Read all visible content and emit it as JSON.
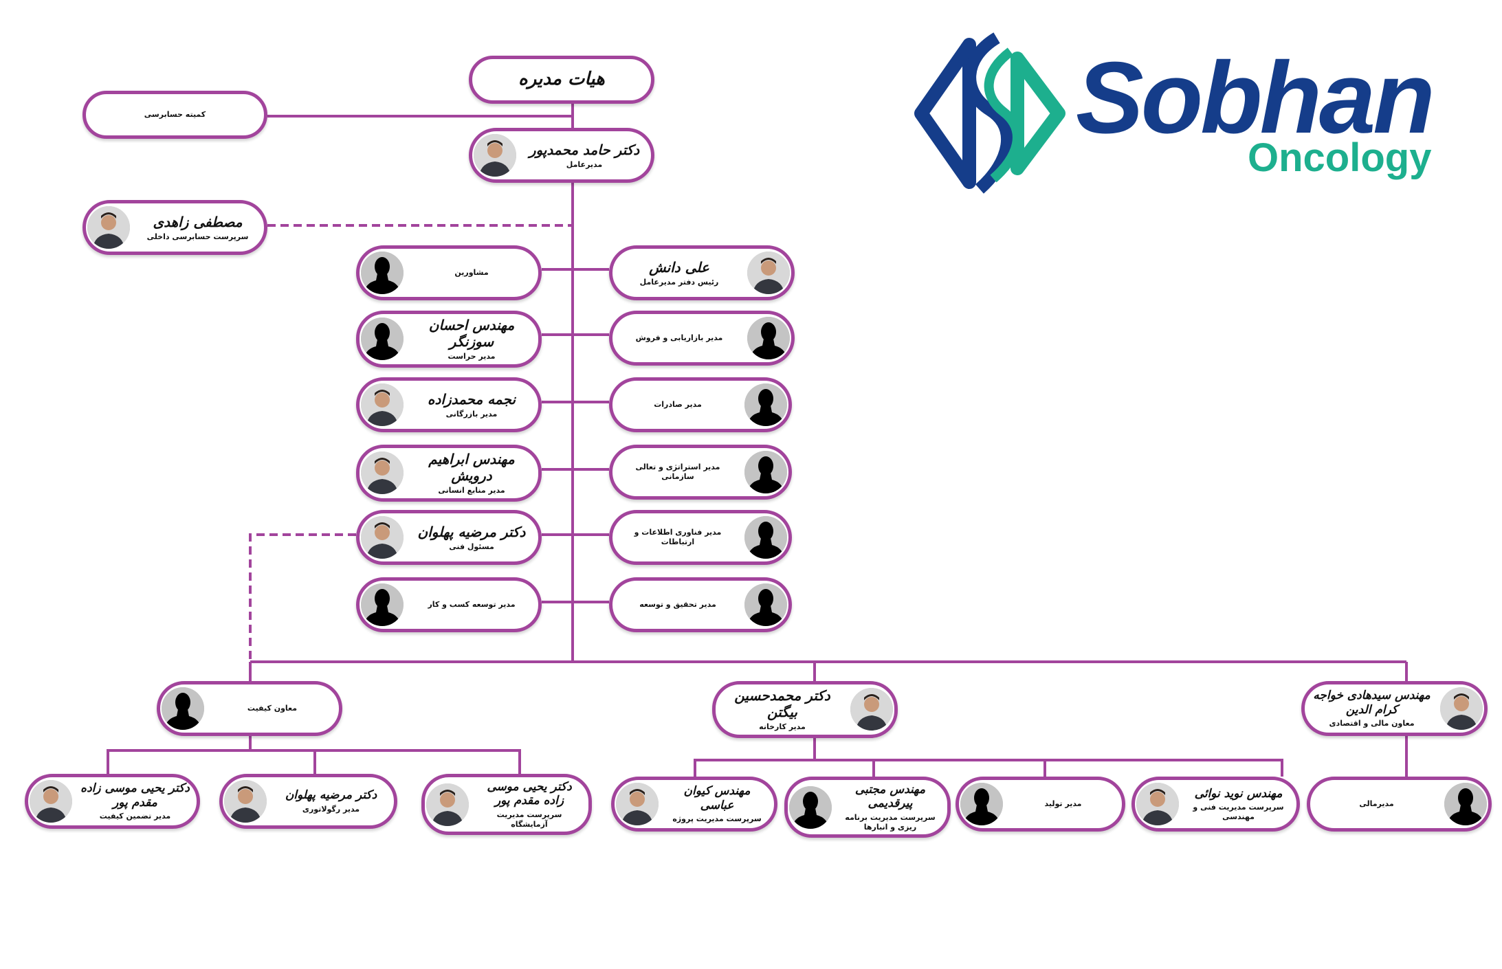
{
  "logo": {
    "brand": "Sobhan",
    "sub": "Oncology",
    "navy": "#153d8a",
    "teal": "#1daf8e"
  },
  "line_color": "#a2449c",
  "nodes": {
    "board": {
      "name": "هیات مدیره",
      "title": "",
      "photo": "none"
    },
    "audit_committee": {
      "name": "",
      "title": "کمیته حسابرسی",
      "photo": "none"
    },
    "ceo": {
      "name": "دکتر حامد محمدپور",
      "title": "مدیرعامل",
      "photo": "person"
    },
    "internal_audit": {
      "name": "مصطفی زاهدی",
      "title": "سرپرست حسابرسی داخلی",
      "photo": "person"
    },
    "advisors": {
      "name": "",
      "title": "مشاورین",
      "photo": "placeholder"
    },
    "ceo_office": {
      "name": "علی دانش",
      "title": "رئیس دفتر مدیرعامل",
      "photo": "person"
    },
    "security": {
      "name": "مهندس احسان سوزنگر",
      "title": "مدیر حراست",
      "photo": "placeholder"
    },
    "marketing": {
      "name": "",
      "title": "مدیر بازاریابی و فروش",
      "photo": "placeholder"
    },
    "commerce": {
      "name": "نجمه محمدزاده",
      "title": "مدیر بازرگانی",
      "photo": "person"
    },
    "export": {
      "name": "",
      "title": "مدیر صادرات",
      "photo": "placeholder"
    },
    "hr": {
      "name": "مهندس ابراهیم درویش",
      "title": "مدیر منابع انسانی",
      "photo": "person"
    },
    "strategy": {
      "name": "",
      "title": "مدیر استراتژی و تعالی سازمانی",
      "photo": "placeholder"
    },
    "technical": {
      "name": "دکتر مرضیه پهلوان",
      "title": "مسئول فنی",
      "photo": "person"
    },
    "it": {
      "name": "",
      "title": "مدیر فناوری اطلاعات و ارتباطات",
      "photo": "placeholder"
    },
    "bizdev": {
      "name": "",
      "title": "مدیر توسعه کسب و کار",
      "photo": "placeholder"
    },
    "rnd": {
      "name": "",
      "title": "مدیر تحقیق و توسعه",
      "photo": "placeholder"
    },
    "quality_vp": {
      "name": "",
      "title": "معاون کیفیت",
      "photo": "placeholder"
    },
    "factory": {
      "name": "دکتر محمدحسین بیگتن",
      "title": "مدیر کارخانه",
      "photo": "person"
    },
    "finance_vp": {
      "name": "مهندس سیدهادی خواجه کرام الدین",
      "title": "معاون مالی و اقتصادی",
      "photo": "person"
    },
    "qa": {
      "name": "دکتر یحیی موسی زاده مقدم پور",
      "title": "مدیر تضمین کیفیت",
      "photo": "person"
    },
    "regulatory": {
      "name": "دکتر مرضیه پهلوان",
      "title": "مدیر رگولاتوری",
      "photo": "person"
    },
    "lab": {
      "name": "دکتر یحیی موسی زاده مقدم پور",
      "title": "سرپرست مدیریت آزمایشگاه",
      "photo": "person"
    },
    "project": {
      "name": "مهندس کیوان عباسی",
      "title": "سرپرست مدیریت پروژه",
      "photo": "person"
    },
    "planning": {
      "name": "مهندس مجتبی پیرقدیمی",
      "title": "سرپرست مدیریت برنامه ریزی و انبارها",
      "photo": "placeholder"
    },
    "production": {
      "name": "",
      "title": "مدیر تولید",
      "photo": "placeholder"
    },
    "engineering": {
      "name": "مهندس نوید نوائی",
      "title": "سرپرست مدیریت فنی و مهندسی",
      "photo": "person"
    },
    "finance_mgr": {
      "name": "",
      "title": "مدیرمالی",
      "photo": "placeholder"
    }
  }
}
